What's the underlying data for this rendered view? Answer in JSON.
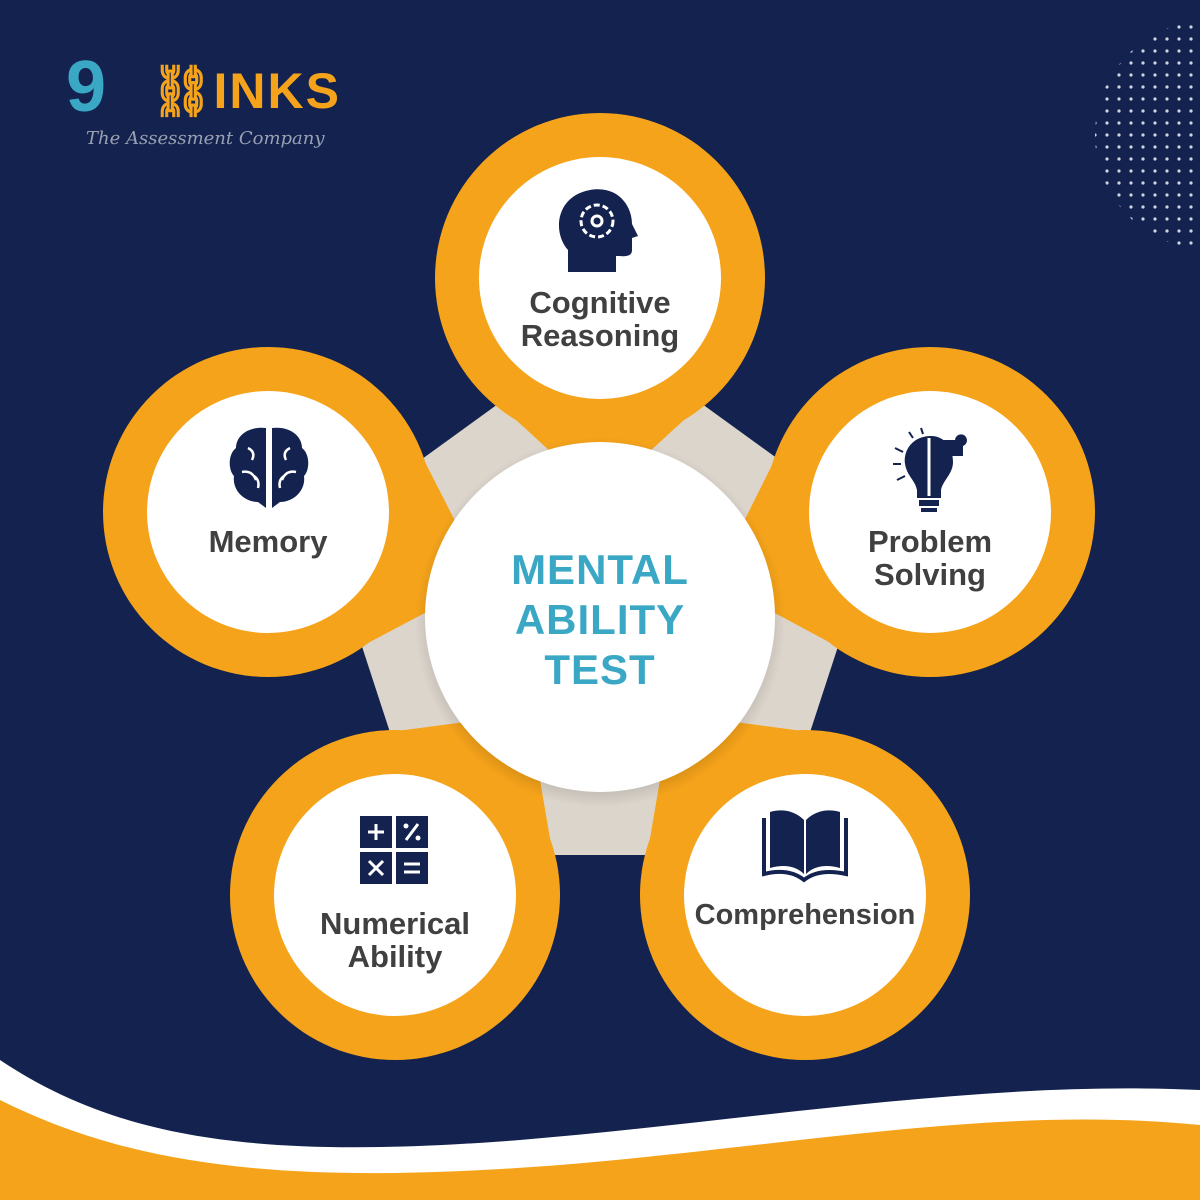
{
  "logo": {
    "number": "9",
    "word": "INKS",
    "tagline": "The Assessment Company"
  },
  "center": {
    "lines": [
      "MENTAL",
      "ABILITY",
      "TEST"
    ]
  },
  "items": [
    {
      "label_lines": [
        "Cognitive",
        "Reasoning"
      ],
      "icon": "head-gear-icon"
    },
    {
      "label_lines": [
        "Memory"
      ],
      "icon": "brain-icon"
    },
    {
      "label_lines": [
        "Problem",
        "Solving"
      ],
      "icon": "lightbulb-puzzle-icon"
    },
    {
      "label_lines": [
        "Numerical",
        "Ability"
      ],
      "icon": "calculator-icon"
    },
    {
      "label_lines": [
        "Comprehension"
      ],
      "icon": "open-book-icon"
    }
  ],
  "colors": {
    "background": "#13224e",
    "accent": "#f5a31a",
    "title": "#3aa8c4",
    "text": "#404040",
    "pentagon": "#dcd5cc"
  }
}
